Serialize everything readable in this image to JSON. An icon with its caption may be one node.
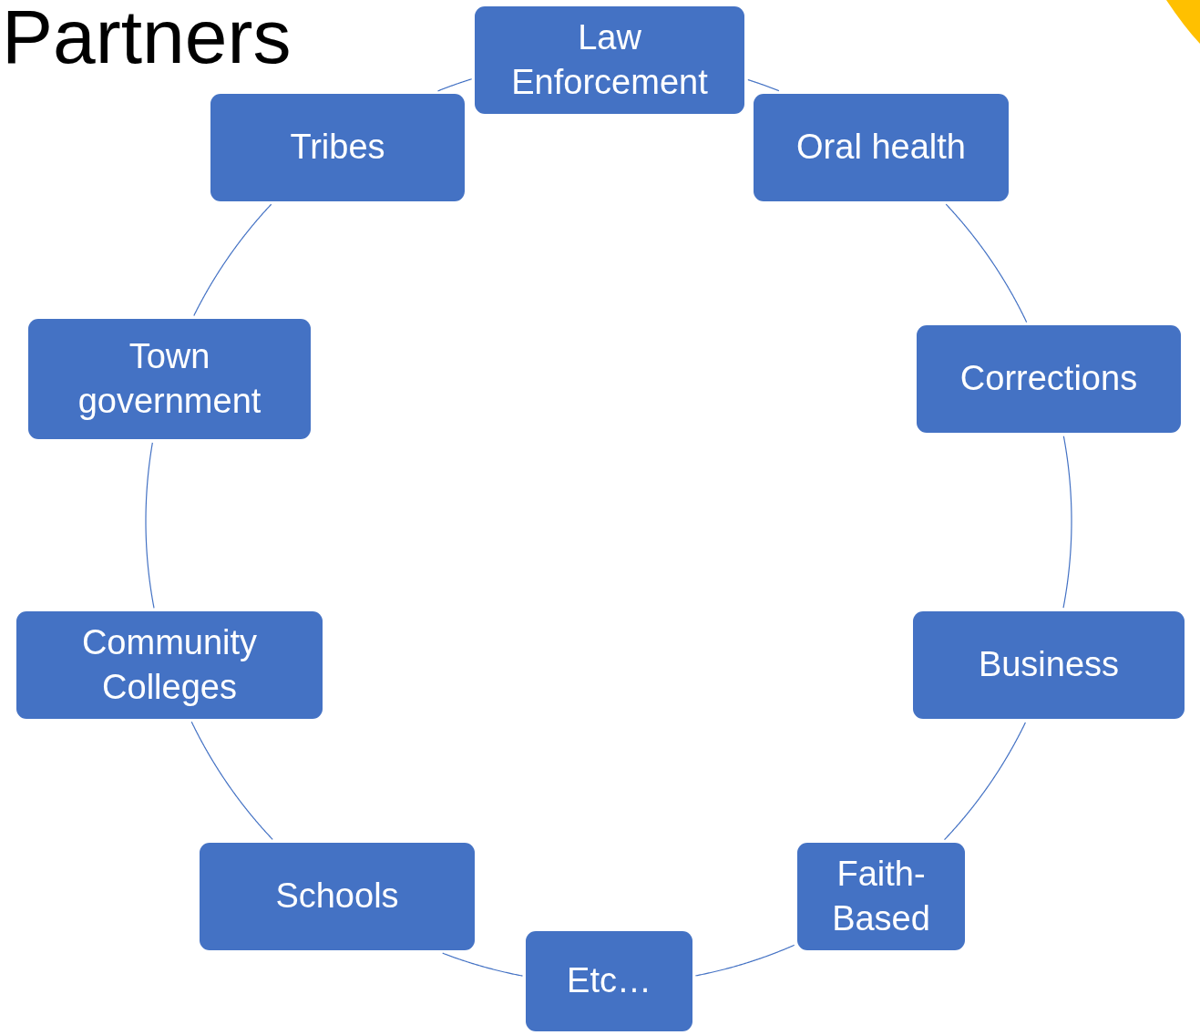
{
  "diagram": {
    "title": "Partners",
    "nodes": [
      {
        "text": [
          "Law Enforcement"
        ]
      },
      {
        "text": [
          "Oral health"
        ]
      },
      {
        "text": [
          "Corrections"
        ]
      },
      {
        "text": [
          "Business"
        ]
      },
      {
        "text": [
          "Faith-Based"
        ]
      },
      {
        "text": [
          "Etc…"
        ]
      },
      {
        "text": [
          "Schools"
        ]
      },
      {
        "text": [
          "Community Colleges"
        ]
      },
      {
        "text": [
          "Town government"
        ]
      },
      {
        "text": [
          "Tribes"
        ]
      }
    ],
    "edges": [
      {
        "from": 0,
        "to": 1,
        "arrow": "none"
      },
      {
        "from": 1,
        "to": 2,
        "arrow": "none"
      },
      {
        "from": 2,
        "to": 3,
        "arrow": "none"
      },
      {
        "from": 3,
        "to": 4,
        "arrow": "none"
      },
      {
        "from": 4,
        "to": 5,
        "arrow": "none"
      },
      {
        "from": 5,
        "to": 6,
        "arrow": "none"
      },
      {
        "from": 6,
        "to": 7,
        "arrow": "none"
      },
      {
        "from": 7,
        "to": 8,
        "arrow": "none"
      },
      {
        "from": 8,
        "to": 9,
        "arrow": "none"
      },
      {
        "from": 9,
        "to": 0,
        "arrow": "none"
      }
    ]
  }
}
